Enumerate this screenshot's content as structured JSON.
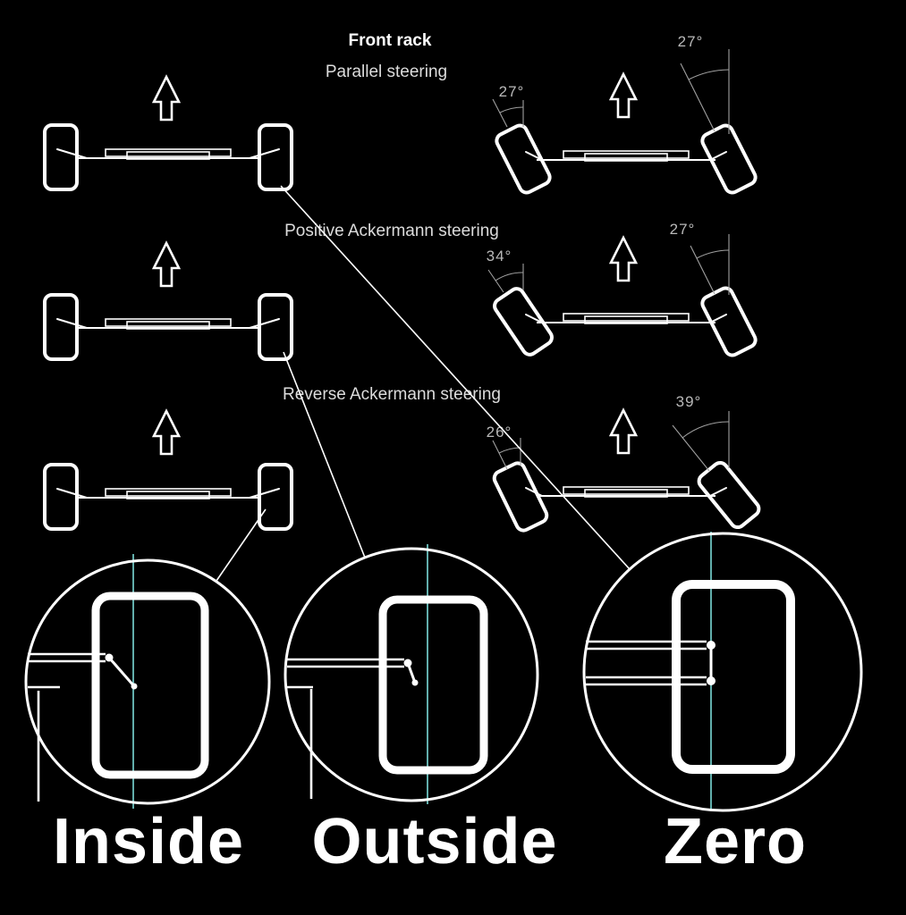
{
  "title": "Front rack",
  "sections": [
    {
      "name": "parallel",
      "label": "Parallel steering",
      "left_wheel_angle": "27°",
      "right_wheel_angle": "27°"
    },
    {
      "name": "positive-ackermann",
      "label": "Positive Ackermann steering",
      "left_wheel_angle": "34°",
      "right_wheel_angle": "27°"
    },
    {
      "name": "reverse-ackermann",
      "label": "Reverse Ackermann steering",
      "left_wheel_angle": "26°",
      "right_wheel_angle": "39°"
    }
  ],
  "zoom_views": [
    {
      "label": "Inside"
    },
    {
      "label": "Outside"
    },
    {
      "label": "Zero"
    }
  ],
  "colors": {
    "background": "#000000",
    "drawing": "#ffffff",
    "dimension": "#9f9f9f",
    "steering_axis": "#7adbd8",
    "secondary_text": "#dcdcdc"
  }
}
